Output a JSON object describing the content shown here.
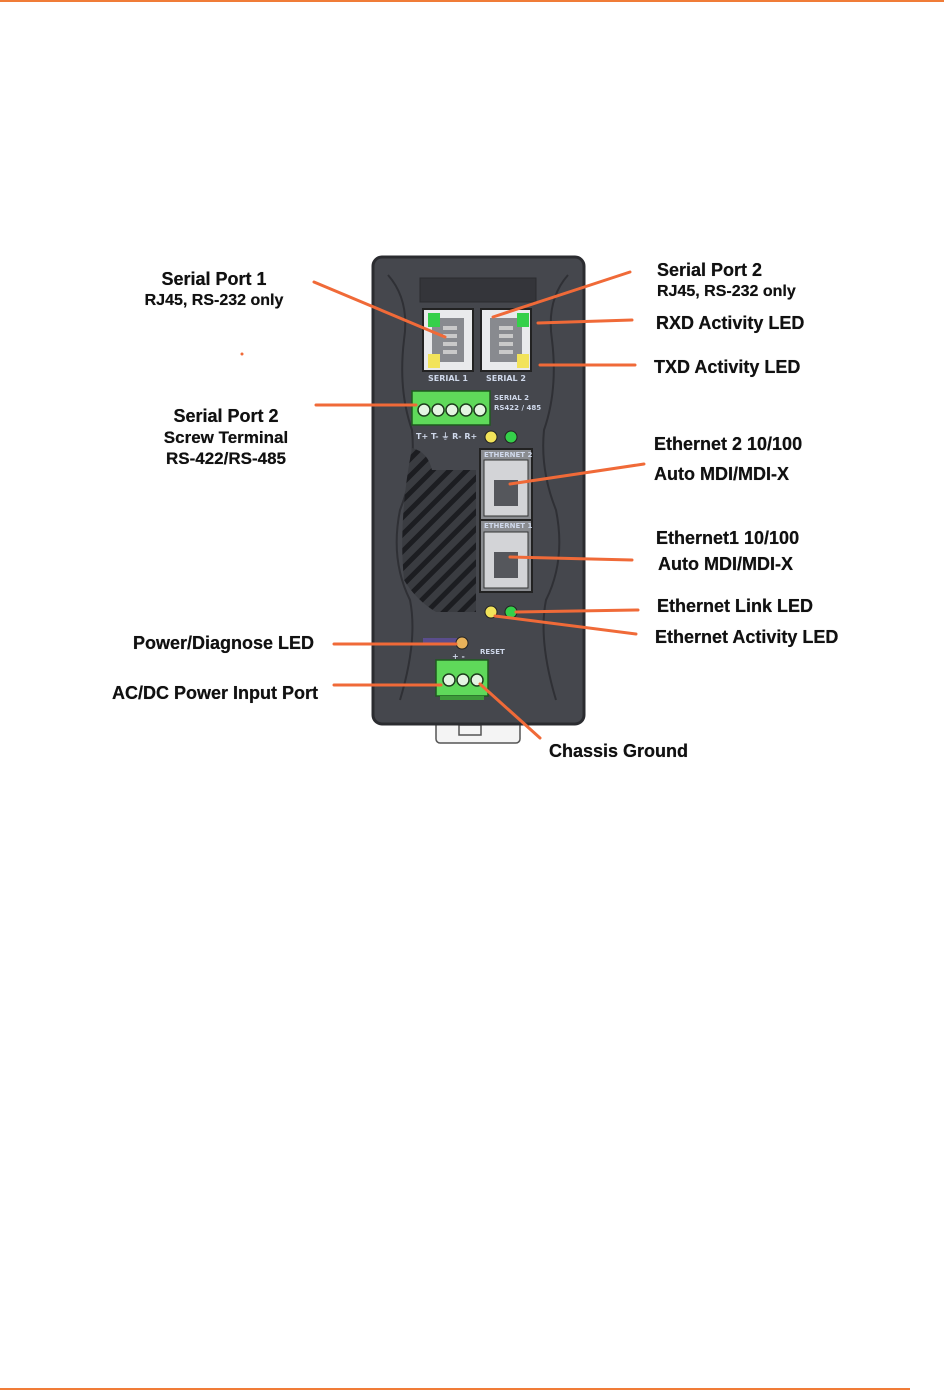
{
  "colors": {
    "accent_rule": "#f07c38",
    "leader_line": "#f06a38",
    "device_body": "#45474d",
    "device_edge": "#2b2c30",
    "terminal_green": "#5fd95a",
    "led_green": "#35d04a",
    "led_yellow": "#f2e35a",
    "led_amber": "#e8b25a"
  },
  "labels": {
    "serial1": {
      "title": "Serial Port 1",
      "sub": "RJ45, RS-232 only"
    },
    "serial2_rj45": {
      "title": "Serial Port 2",
      "sub": "RJ45, RS-232 only"
    },
    "rxd_led": "RXD Activity LED",
    "txd_led": "TXD Activity LED",
    "serial2_screw": {
      "title": "Serial Port 2",
      "line2": "Screw Terminal",
      "line3": "RS-422/RS-485"
    },
    "eth2": {
      "line1": "Ethernet 2 10/100",
      "line2": "Auto MDI/MDI-X"
    },
    "eth1": {
      "line1": "Ethernet1 10/100",
      "line2": "Auto MDI/MDI-X"
    },
    "eth_link_led": "Ethernet Link LED",
    "eth_activity_led": "Ethernet Activity LED",
    "power_led": "Power/Diagnose LED",
    "power_port": "AC/DC Power Input Port",
    "chassis_ground": "Chassis Ground"
  },
  "device_print": {
    "serial1_port": "SERIAL 1",
    "serial2_port": "SERIAL 2",
    "serial2_block_line1": "SERIAL 2",
    "serial2_block_line2": "RS422 / 485",
    "terminal_pins": "T+ T- ⏚ R- R+",
    "ethernet2_port": "ETHERNET 2",
    "ethernet1_port": "ETHERNET 1",
    "reset": "RESET",
    "power_pins": "+ -"
  }
}
